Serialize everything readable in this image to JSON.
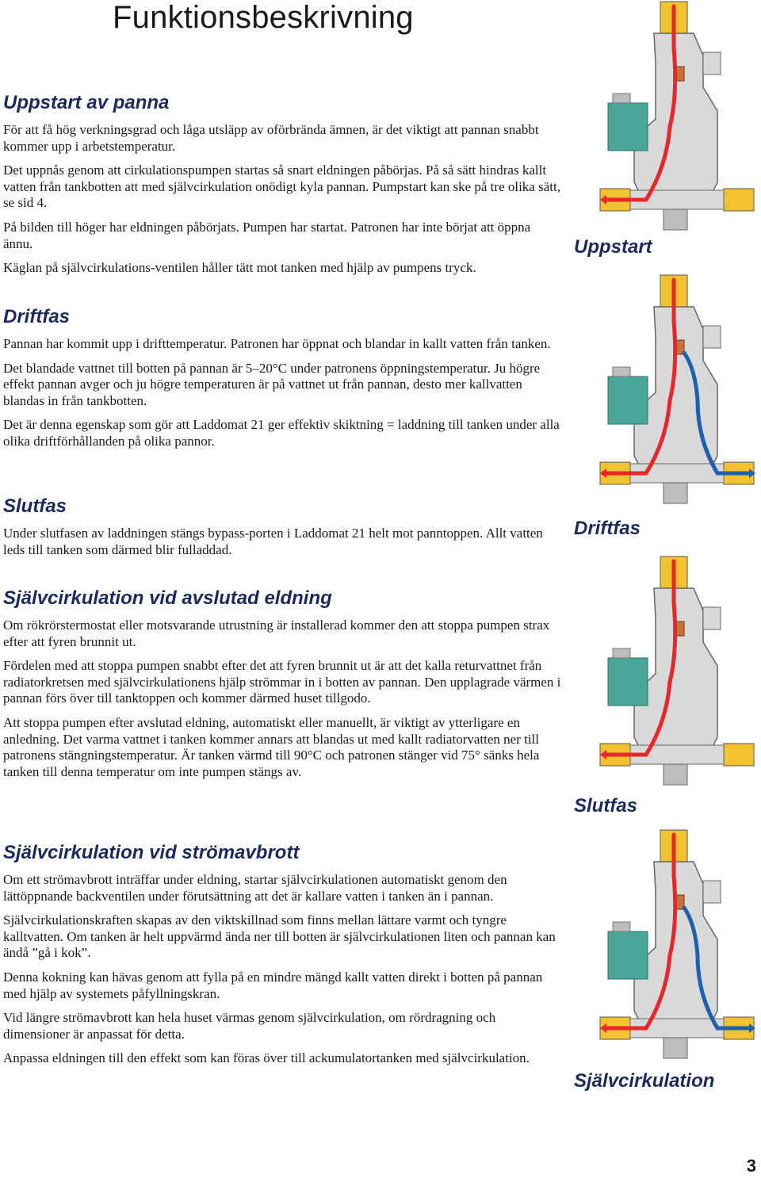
{
  "page": {
    "title": "Funktionsbeskrivning",
    "page_number": "3"
  },
  "sections": [
    {
      "heading": "Uppstart av panna",
      "paragraphs": [
        "För att få hög verkningsgrad och låga utsläpp av oförbrända ämnen, är det viktigt att pannan snabbt kommer upp i arbetstemperatur.",
        "Det uppnås genom att cirkulationspumpen startas så snart eldningen påbörjas. På så sätt hindras kallt vatten från tankbotten att med självcirkulation onödigt kyla pannan. Pumpstart kan ske på tre olika sätt, se sid 4.",
        "På bilden till höger har eldningen påbörjats. Pumpen har startat. Patronen har inte börjat att öppna ännu.",
        "Käglan på självcirkulations-ventilen håller tätt mot tanken med hjälp av pumpens tryck."
      ]
    },
    {
      "heading": "Driftfas",
      "paragraphs": [
        "Pannan har kommit upp i drifttemperatur. Patronen har öppnat och blandar in kallt vatten från tanken.",
        "Det blandade vattnet till botten på pannan är 5–20°C under patronens öppningstemperatur. Ju högre effekt pannan avger och ju högre temperaturen är på vattnet ut från pannan, desto mer kallvatten blandas in från tankbotten.",
        "Det är denna egenskap som gör att Laddomat 21 ger effektiv skiktning = laddning till tanken under alla olika driftförhållanden på olika pannor."
      ]
    },
    {
      "heading": "Slutfas",
      "paragraphs": [
        "Under slutfasen av laddningen stängs bypass-porten i Laddomat 21 helt mot panntoppen. Allt vatten leds till tanken som därmed blir fulladdad."
      ]
    },
    {
      "heading": "Självcirkulation vid avslutad eldning",
      "paragraphs": [
        "Om rökrörstermostat eller motsvarande utrustning är installerad kommer den att stoppa pumpen strax efter att fyren brunnit ut.",
        "Fördelen med att stoppa pumpen snabbt efter det att fyren brunnit ut är att det kalla returvattnet från radiatorkretsen med självcirkulationens hjälp strömmar in i botten av pannan. Den upplagrade värmen i pannan förs över till tanktoppen och kommer därmed huset tillgodo.",
        "Att stoppa pumpen efter avslutad eldning, automatiskt eller manuellt, är viktigt av ytterligare en anledning. Det varma vattnet i tanken kommer annars att blandas ut med kallt radiatorvatten ner till patronens stängningstemperatur. Är tanken värmd till 90°C och patronen stänger vid 75° sänks hela tanken till denna temperatur om inte pumpen stängs av."
      ]
    },
    {
      "heading": "Självcirkulation vid strömavbrott",
      "paragraphs": [
        "Om ett strömavbrott inträffar under eldning, startar självcirkulationen automatiskt genom den lättöppnande backventilen under förutsättning att det är kallare vatten i tanken än i pannan.",
        "Självcirkulationskraften skapas av den viktskillnad som finns mellan lättare varmt och tyngre kalltvatten. Om tanken är helt uppvärmd ända ner till botten är självcirkulationen liten och pannan kan ändå ”gå i kok”.",
        "Denna kokning kan hävas genom att fylla på en mindre mängd kallt vatten direkt i botten på pannan med hjälp av systemets påfyllningskran.",
        "Vid längre strömavbrott kan hela huset värmas genom självcirkulation, om rördragning och dimensioner är anpassat för detta.",
        "Anpassa eldningen till den effekt som kan föras över till ackumulatortanken med självcirkulation."
      ]
    }
  ],
  "figures": [
    {
      "label": "Uppstart",
      "flows": [
        "hot"
      ]
    },
    {
      "label": "Driftfas",
      "flows": [
        "hot",
        "cold"
      ]
    },
    {
      "label": "Slutfas",
      "flows": [
        "hot"
      ]
    },
    {
      "label": "Självcirkulation",
      "flows": [
        "hot",
        "cold"
      ]
    }
  ],
  "colors": {
    "hot": "#e8262b",
    "cold": "#1f5fb0",
    "pump": "#4aa69a",
    "brass": "#f2c231",
    "body": "#d9d9d9",
    "heading": "#1a2a5c"
  }
}
